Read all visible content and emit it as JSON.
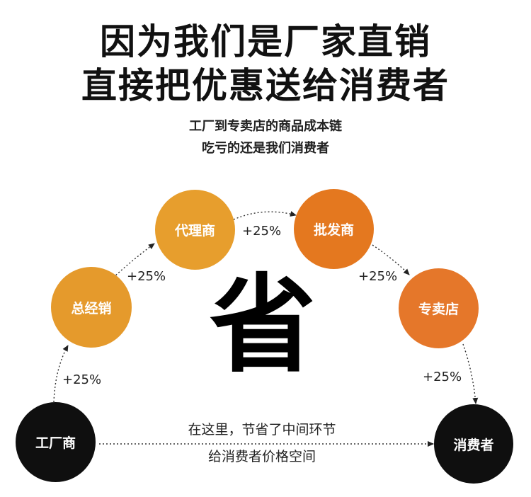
{
  "headline": {
    "line1": "因为我们是厂家直销",
    "line2": "直接把优惠送给消费者"
  },
  "subheadline": {
    "line1": "工厂到专卖店的商品成本链",
    "line2": "吃亏的还是我们消费者"
  },
  "center_char": "省",
  "bottom_note": {
    "line1": "在这里，节省了中间环节",
    "line2": "给消费者价格空间"
  },
  "nodes": [
    {
      "label": "工厂商",
      "color": "#0f0f0f"
    },
    {
      "label": "总经销",
      "color": "#e59a2c"
    },
    {
      "label": "代理商",
      "color": "#e79e2d"
    },
    {
      "label": "批发商",
      "color": "#e4781f"
    },
    {
      "label": "专卖店",
      "color": "#e5772a"
    },
    {
      "label": "消费者",
      "color": "#0f0f0f"
    }
  ],
  "markups": [
    "+25%",
    "+25%",
    "+25%",
    "+25%",
    "+25%"
  ]
}
